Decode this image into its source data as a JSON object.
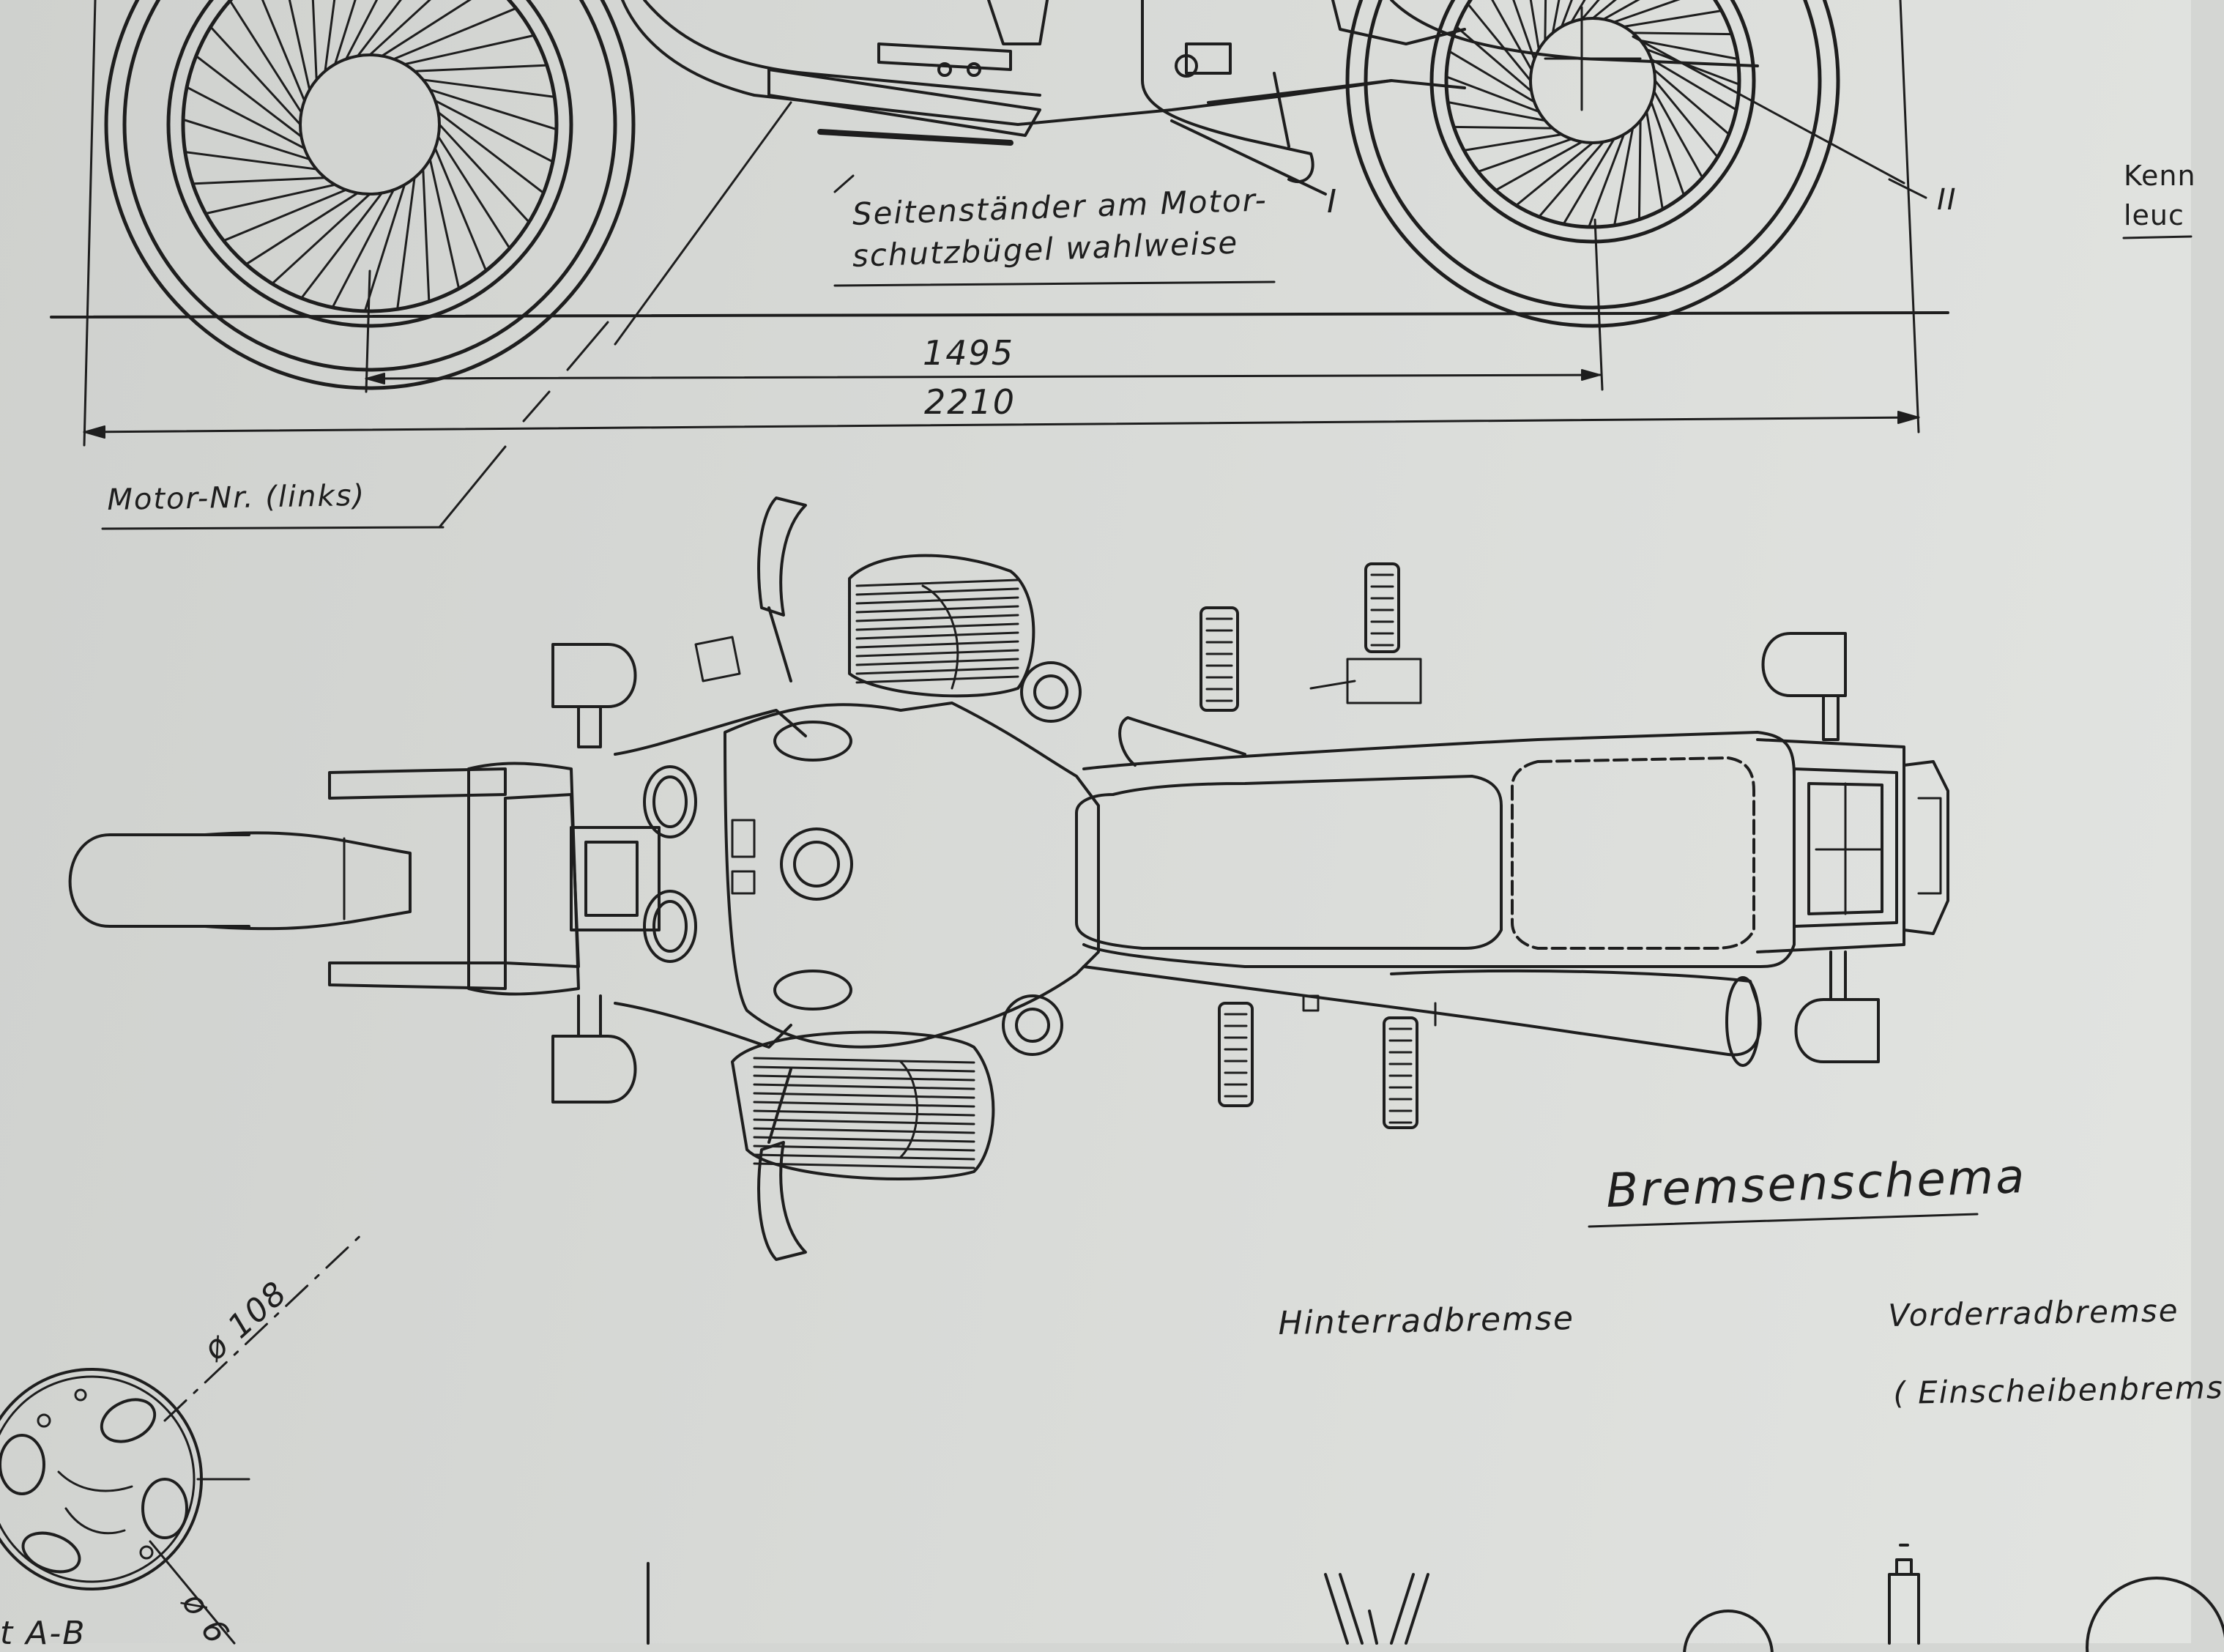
{
  "labels": {
    "side_stand_line1": "Seitenständer am Motor-",
    "side_stand_line2": "schutzbügel wahlweise",
    "marker_one": "I",
    "marker_two": "II",
    "right_top_line1": "Kenn",
    "right_top_line2": "leuc",
    "motor_nr": "Motor-Nr. (links)",
    "brake_title": "Bremsenschema",
    "rear_brake": "Hinterradbremse",
    "front_brake": "Vorderradbremse",
    "front_brake_note": "( Einscheibenbrems",
    "bottom_left": "t A-B"
  },
  "dimensions": {
    "wheelbase": "1495",
    "overall_length": "2210",
    "disc_diameter": "ø 108",
    "hole_size": "ø 6"
  },
  "colors": {
    "paper": "#d6d8d5",
    "ink": "#1e1e1e"
  }
}
